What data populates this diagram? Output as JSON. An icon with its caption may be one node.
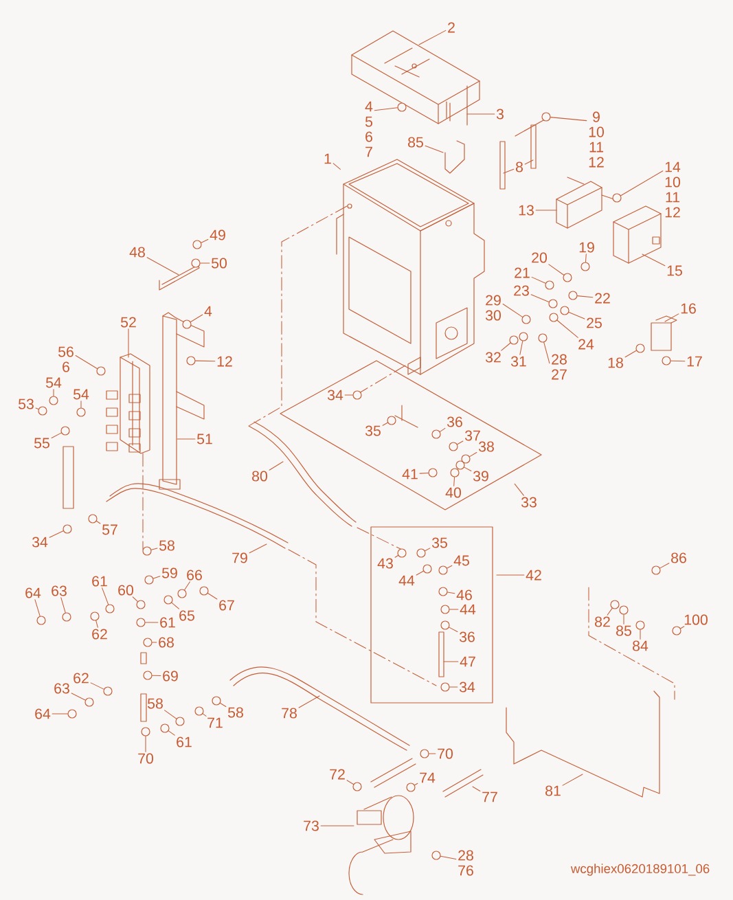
{
  "diagram": {
    "nodes": [
      {
        "text": [
          "2"
        ]
      },
      {
        "text": [
          "3"
        ]
      },
      {
        "text": [
          "4",
          "5",
          "6",
          "7"
        ]
      },
      {
        "text": [
          "85"
        ]
      },
      {
        "text": [
          "1"
        ]
      },
      {
        "text": [
          "9",
          "10",
          "11",
          "12"
        ]
      },
      {
        "text": [
          "8"
        ]
      },
      {
        "text": [
          "14",
          "10",
          "11",
          "12"
        ]
      },
      {
        "text": [
          "13"
        ]
      },
      {
        "text": [
          "15"
        ]
      },
      {
        "text": [
          "49"
        ]
      },
      {
        "text": [
          "48"
        ]
      },
      {
        "text": [
          "50"
        ]
      },
      {
        "text": [
          "20"
        ]
      },
      {
        "text": [
          "19"
        ]
      },
      {
        "text": [
          "21"
        ]
      },
      {
        "text": [
          "22"
        ]
      },
      {
        "text": [
          "23"
        ]
      },
      {
        "text": [
          "25"
        ]
      },
      {
        "text": [
          "24"
        ]
      },
      {
        "text": [
          "29",
          "30"
        ]
      },
      {
        "text": [
          "31"
        ]
      },
      {
        "text": [
          "32"
        ]
      },
      {
        "text": [
          "28",
          "27"
        ]
      },
      {
        "text": [
          "16"
        ]
      },
      {
        "text": [
          "18"
        ]
      },
      {
        "text": [
          "17"
        ]
      },
      {
        "text": [
          "4"
        ]
      },
      {
        "text": [
          "12"
        ]
      },
      {
        "text": [
          "52"
        ]
      },
      {
        "text": [
          "56",
          "6"
        ]
      },
      {
        "text": [
          "54"
        ]
      },
      {
        "text": [
          "54"
        ]
      },
      {
        "text": [
          "53"
        ]
      },
      {
        "text": [
          "55"
        ]
      },
      {
        "text": [
          "51"
        ]
      },
      {
        "text": [
          "34"
        ]
      },
      {
        "text": [
          "57"
        ]
      },
      {
        "text": [
          "34"
        ]
      },
      {
        "text": [
          "35"
        ]
      },
      {
        "text": [
          "36"
        ]
      },
      {
        "text": [
          "37"
        ]
      },
      {
        "text": [
          "38"
        ]
      },
      {
        "text": [
          "41"
        ]
      },
      {
        "text": [
          "39"
        ]
      },
      {
        "text": [
          "40"
        ]
      },
      {
        "text": [
          "33"
        ]
      },
      {
        "text": [
          "80"
        ]
      },
      {
        "text": [
          "58"
        ]
      },
      {
        "text": [
          "79"
        ]
      },
      {
        "text": [
          "35"
        ]
      },
      {
        "text": [
          "43"
        ]
      },
      {
        "text": [
          "45"
        ]
      },
      {
        "text": [
          "44"
        ]
      },
      {
        "text": [
          "42"
        ]
      },
      {
        "text": [
          "46"
        ]
      },
      {
        "text": [
          "44"
        ]
      },
      {
        "text": [
          "36"
        ]
      },
      {
        "text": [
          "47"
        ]
      },
      {
        "text": [
          "34"
        ]
      },
      {
        "text": [
          "59"
        ]
      },
      {
        "text": [
          "66"
        ]
      },
      {
        "text": [
          "61"
        ]
      },
      {
        "text": [
          "60"
        ]
      },
      {
        "text": [
          "64"
        ]
      },
      {
        "text": [
          "63"
        ]
      },
      {
        "text": [
          "65"
        ]
      },
      {
        "text": [
          "67"
        ]
      },
      {
        "text": [
          "62"
        ]
      },
      {
        "text": [
          "61"
        ]
      },
      {
        "text": [
          "68"
        ]
      },
      {
        "text": [
          "69"
        ]
      },
      {
        "text": [
          "62"
        ]
      },
      {
        "text": [
          "63"
        ]
      },
      {
        "text": [
          "64"
        ]
      },
      {
        "text": [
          "58"
        ]
      },
      {
        "text": [
          "71"
        ]
      },
      {
        "text": [
          "58"
        ]
      },
      {
        "text": [
          "78"
        ]
      },
      {
        "text": [
          "61"
        ]
      },
      {
        "text": [
          "70"
        ]
      },
      {
        "text": [
          "70"
        ]
      },
      {
        "text": [
          "72"
        ]
      },
      {
        "text": [
          "74"
        ]
      },
      {
        "text": [
          "77"
        ]
      },
      {
        "text": [
          "73"
        ]
      },
      {
        "text": [
          "28",
          "76"
        ]
      },
      {
        "text": [
          "81"
        ]
      },
      {
        "text": [
          "86"
        ]
      },
      {
        "text": [
          "82"
        ]
      },
      {
        "text": [
          "85"
        ]
      },
      {
        "text": [
          "84"
        ]
      },
      {
        "text": [
          "100"
        ]
      },
      {
        "text": [],
        "shape": "circle"
      },
      {
        "text": [],
        "shape": "circle"
      },
      {
        "text": [],
        "shape": "circle"
      },
      {
        "text": [],
        "shape": "circle"
      },
      {
        "text": [],
        "shape": "circle"
      },
      {
        "text": [],
        "shape": "circle"
      },
      {
        "text": [],
        "shape": "circle"
      },
      {
        "text": [],
        "shape": "circle"
      },
      {
        "text": [],
        "shape": "circle"
      },
      {
        "text": [],
        "shape": "circle"
      },
      {
        "text": [],
        "shape": "circle"
      },
      {
        "text": [],
        "shape": "circle"
      },
      {
        "text": [],
        "shape": "circle"
      },
      {
        "text": [],
        "shape": "circle"
      },
      {
        "text": [],
        "shape": "circle"
      },
      {
        "text": [],
        "shape": "circle"
      },
      {
        "text": [],
        "shape": "circle"
      },
      {
        "text": [],
        "shape": "circle"
      },
      {
        "text": [],
        "shape": "circle"
      },
      {
        "text": [],
        "shape": "circle"
      },
      {
        "text": [],
        "shape": "circle"
      },
      {
        "text": [],
        "shape": "circle"
      },
      {
        "text": [],
        "shape": "circle"
      },
      {
        "text": [],
        "shape": "circle"
      },
      {
        "text": [],
        "shape": "circle"
      },
      {
        "text": [],
        "shape": "circle"
      },
      {
        "text": [],
        "shape": "circle"
      },
      {
        "text": [],
        "shape": "circle"
      },
      {
        "text": [],
        "shape": "circle"
      },
      {
        "text": [],
        "shape": "circle"
      },
      {
        "text": [],
        "shape": "circle"
      },
      {
        "text": [],
        "shape": "circle"
      },
      {
        "text": [],
        "shape": "circle"
      },
      {
        "text": [],
        "shape": "circle"
      },
      {
        "text": [],
        "shape": "circle"
      },
      {
        "text": [],
        "shape": "circle"
      },
      {
        "text": [],
        "shape": "circle"
      },
      {
        "text": [],
        "shape": "circle"
      },
      {
        "text": [],
        "shape": "circle"
      },
      {
        "text": [],
        "shape": "circle"
      },
      {
        "text": [],
        "shape": "circle"
      },
      {
        "text": [],
        "shape": "circle"
      },
      {
        "text": [],
        "shape": "circle"
      },
      {
        "text": [],
        "shape": "circle"
      },
      {
        "text": [],
        "shape": "circle"
      },
      {
        "text": [],
        "shape": "circle"
      },
      {
        "text": [],
        "shape": "circle"
      },
      {
        "text": [],
        "shape": "circle"
      },
      {
        "text": [],
        "shape": "circle"
      },
      {
        "text": [],
        "shape": "circle"
      },
      {
        "text": [],
        "shape": "circle"
      },
      {
        "text": [],
        "shape": "circle"
      },
      {
        "text": [],
        "shape": "circle"
      },
      {
        "text": [],
        "shape": "circle"
      },
      {
        "text": [],
        "shape": "circle"
      },
      {
        "text": [],
        "shape": "circle"
      },
      {
        "text": [],
        "shape": "circle"
      },
      {
        "text": [],
        "shape": "circle"
      },
      {
        "text": [],
        "shape": "circle"
      },
      {
        "text": [],
        "shape": "circle"
      },
      {
        "text": [],
        "shape": "circle"
      },
      {
        "text": [],
        "shape": "circle"
      },
      {
        "text": [],
        "shape": "circle"
      },
      {
        "text": [],
        "shape": "circle"
      },
      {
        "text": [],
        "shape": "circle"
      },
      {
        "text": [],
        "shape": "circle"
      },
      {
        "text": [],
        "shape": "circle"
      },
      {
        "text": [],
        "shape": "circle"
      },
      {
        "text": [],
        "shape": "circle"
      },
      {
        "text": [],
        "shape": "circle"
      },
      {
        "text": [],
        "shape": "circle"
      },
      {
        "text": [],
        "shape": "circle"
      },
      {
        "text": [],
        "shape": "circle"
      }
    ],
    "edges": [
      {
        "from": 0,
        "to": null,
        "arrow": "none"
      },
      {
        "from": 1,
        "to": null,
        "arrow": "none"
      },
      {
        "from": 2,
        "to": 93,
        "arrow": "none"
      },
      {
        "from": 3,
        "to": null,
        "arrow": "none"
      },
      {
        "from": 4,
        "to": null,
        "arrow": "none"
      },
      {
        "from": 5,
        "to": 94,
        "arrow": "none"
      },
      {
        "from": 6,
        "to": null,
        "arrow": "none"
      },
      {
        "from": 6,
        "to": null,
        "arrow": "none"
      },
      {
        "from": 7,
        "to": 95,
        "arrow": "none"
      },
      {
        "from": 8,
        "to": null,
        "arrow": "none"
      },
      {
        "from": 9,
        "to": null,
        "arrow": "none"
      },
      {
        "from": 10,
        "to": 96,
        "arrow": "none"
      },
      {
        "from": 11,
        "to": null,
        "arrow": "none"
      },
      {
        "from": 12,
        "to": 97,
        "arrow": "none"
      },
      {
        "from": 13,
        "to": 99,
        "arrow": "none"
      },
      {
        "from": 14,
        "to": 98,
        "arrow": "none"
      },
      {
        "from": 15,
        "to": 100,
        "arrow": "none"
      },
      {
        "from": 16,
        "to": 101,
        "arrow": "none"
      },
      {
        "from": 17,
        "to": 102,
        "arrow": "none"
      },
      {
        "from": 18,
        "to": 103,
        "arrow": "none"
      },
      {
        "from": 19,
        "to": 104,
        "arrow": "none"
      },
      {
        "from": 20,
        "to": 105,
        "arrow": "none"
      },
      {
        "from": 21,
        "to": 108,
        "arrow": "none"
      },
      {
        "from": 22,
        "to": 107,
        "arrow": "none"
      },
      {
        "from": 23,
        "to": 109,
        "arrow": "none"
      },
      {
        "from": 24,
        "to": null,
        "arrow": "none"
      },
      {
        "from": 25,
        "to": 110,
        "arrow": "none"
      },
      {
        "from": 26,
        "to": 112,
        "arrow": "none"
      },
      {
        "from": 27,
        "to": 106,
        "arrow": "none"
      },
      {
        "from": 28,
        "to": 111,
        "arrow": "none"
      },
      {
        "from": 29,
        "to": null,
        "arrow": "none"
      },
      {
        "from": 30,
        "to": 113,
        "arrow": "none"
      },
      {
        "from": 31,
        "to": 115,
        "arrow": "none"
      },
      {
        "from": 32,
        "to": 117,
        "arrow": "none"
      },
      {
        "from": 33,
        "to": 116,
        "arrow": "none"
      },
      {
        "from": 34,
        "to": 119,
        "arrow": "none"
      },
      {
        "from": 35,
        "to": null,
        "arrow": "none"
      },
      {
        "from": 36,
        "to": 127,
        "arrow": "none"
      },
      {
        "from": 37,
        "to": 126,
        "arrow": "none"
      },
      {
        "from": 38,
        "to": 114,
        "arrow": "none"
      },
      {
        "from": 39,
        "to": 118,
        "arrow": "none"
      },
      {
        "from": 40,
        "to": 120,
        "arrow": "none"
      },
      {
        "from": 41,
        "to": 121,
        "arrow": "none"
      },
      {
        "from": 42,
        "to": 122,
        "arrow": "none"
      },
      {
        "from": 43,
        "to": 124,
        "arrow": "none"
      },
      {
        "from": 44,
        "to": 123,
        "arrow": "none"
      },
      {
        "from": 45,
        "to": 125,
        "arrow": "none"
      },
      {
        "from": 46,
        "to": null,
        "arrow": "none"
      },
      {
        "from": 47,
        "to": null,
        "arrow": "none"
      },
      {
        "from": 48,
        "to": 128,
        "arrow": "none"
      },
      {
        "from": 49,
        "to": null,
        "arrow": "none"
      },
      {
        "from": 50,
        "to": 130,
        "arrow": "none"
      },
      {
        "from": 51,
        "to": 129,
        "arrow": "none"
      },
      {
        "from": 52,
        "to": 132,
        "arrow": "none"
      },
      {
        "from": 53,
        "to": 131,
        "arrow": "none"
      },
      {
        "from": 54,
        "to": null,
        "arrow": "none"
      },
      {
        "from": 55,
        "to": 137,
        "arrow": "none"
      },
      {
        "from": 56,
        "to": 142,
        "arrow": "none"
      },
      {
        "from": 57,
        "to": 148,
        "arrow": "none"
      },
      {
        "from": 58,
        "to": null,
        "arrow": "none"
      },
      {
        "from": 59,
        "to": 153,
        "arrow": "none"
      },
      {
        "from": 60,
        "to": 134,
        "arrow": "none"
      },
      {
        "from": 61,
        "to": 135,
        "arrow": "none"
      },
      {
        "from": 62,
        "to": 141,
        "arrow": "none"
      },
      {
        "from": 63,
        "to": 138,
        "arrow": "none"
      },
      {
        "from": 64,
        "to": 146,
        "arrow": "none"
      },
      {
        "from": 65,
        "to": 145,
        "arrow": "none"
      },
      {
        "from": 66,
        "to": 139,
        "arrow": "none"
      },
      {
        "from": 67,
        "to": 136,
        "arrow": "none"
      },
      {
        "from": 68,
        "to": 144,
        "arrow": "none"
      },
      {
        "from": 69,
        "to": 147,
        "arrow": "none"
      },
      {
        "from": 70,
        "to": 151,
        "arrow": "none"
      },
      {
        "from": 71,
        "to": 152,
        "arrow": "none"
      },
      {
        "from": 72,
        "to": 154,
        "arrow": "none"
      },
      {
        "from": 73,
        "to": 156,
        "arrow": "none"
      },
      {
        "from": 74,
        "to": 158,
        "arrow": "none"
      },
      {
        "from": 75,
        "to": 159,
        "arrow": "none"
      },
      {
        "from": 76,
        "to": 157,
        "arrow": "none"
      },
      {
        "from": 77,
        "to": 155,
        "arrow": "none"
      },
      {
        "from": 78,
        "to": null,
        "arrow": "none"
      },
      {
        "from": 79,
        "to": 160,
        "arrow": "none"
      },
      {
        "from": 80,
        "to": 161,
        "arrow": "none"
      },
      {
        "from": 81,
        "to": 162,
        "arrow": "none"
      },
      {
        "from": 82,
        "to": 163,
        "arrow": "none"
      },
      {
        "from": 83,
        "to": 164,
        "arrow": "none"
      },
      {
        "from": 84,
        "to": null,
        "arrow": "none"
      },
      {
        "from": 85,
        "to": null,
        "arrow": "none"
      },
      {
        "from": 86,
        "to": 165,
        "arrow": "none"
      },
      {
        "from": 87,
        "to": null,
        "arrow": "none"
      },
      {
        "from": 88,
        "to": 133,
        "arrow": "none"
      },
      {
        "from": 89,
        "to": 140,
        "arrow": "none"
      },
      {
        "from": 90,
        "to": 143,
        "arrow": "none"
      },
      {
        "from": 91,
        "to": 149,
        "arrow": "none"
      },
      {
        "from": 92,
        "to": 150,
        "arrow": "none"
      }
    ],
    "labels": [
      "wcghiex0620189101_06"
    ]
  }
}
